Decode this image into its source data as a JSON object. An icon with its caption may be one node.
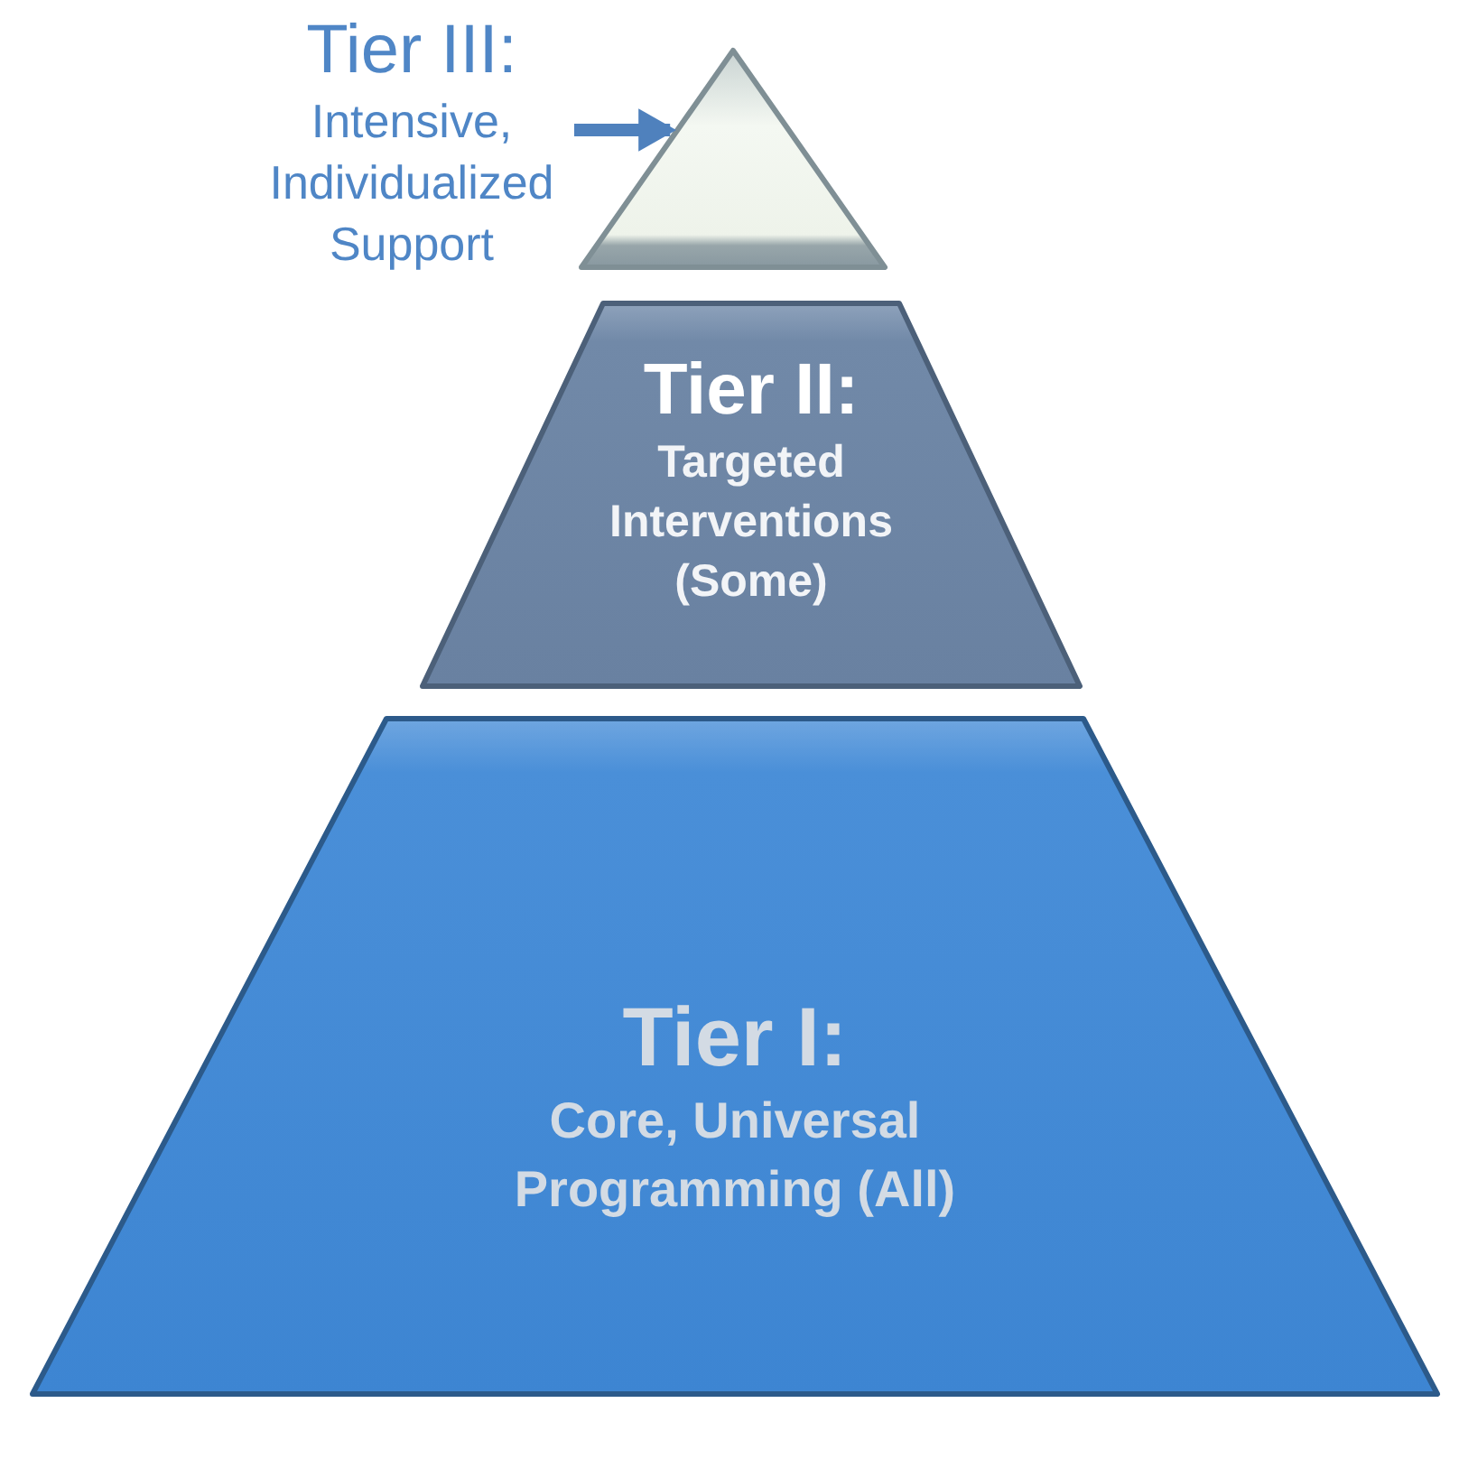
{
  "diagram": {
    "nodes": [
      {
        "text": [
          "Tier III:",
          "Intensive, Individualized Support"
        ]
      },
      {
        "text": [],
        "shape": "triangle"
      },
      {
        "text": [
          "Tier II:",
          "Targeted Interventions (Some)"
        ]
      },
      {
        "text": [
          "Tier I:",
          "Core, Universal Programming (All)"
        ]
      }
    ],
    "edges": [
      {
        "from": 0,
        "to": 1,
        "arrow": "to"
      }
    ]
  }
}
